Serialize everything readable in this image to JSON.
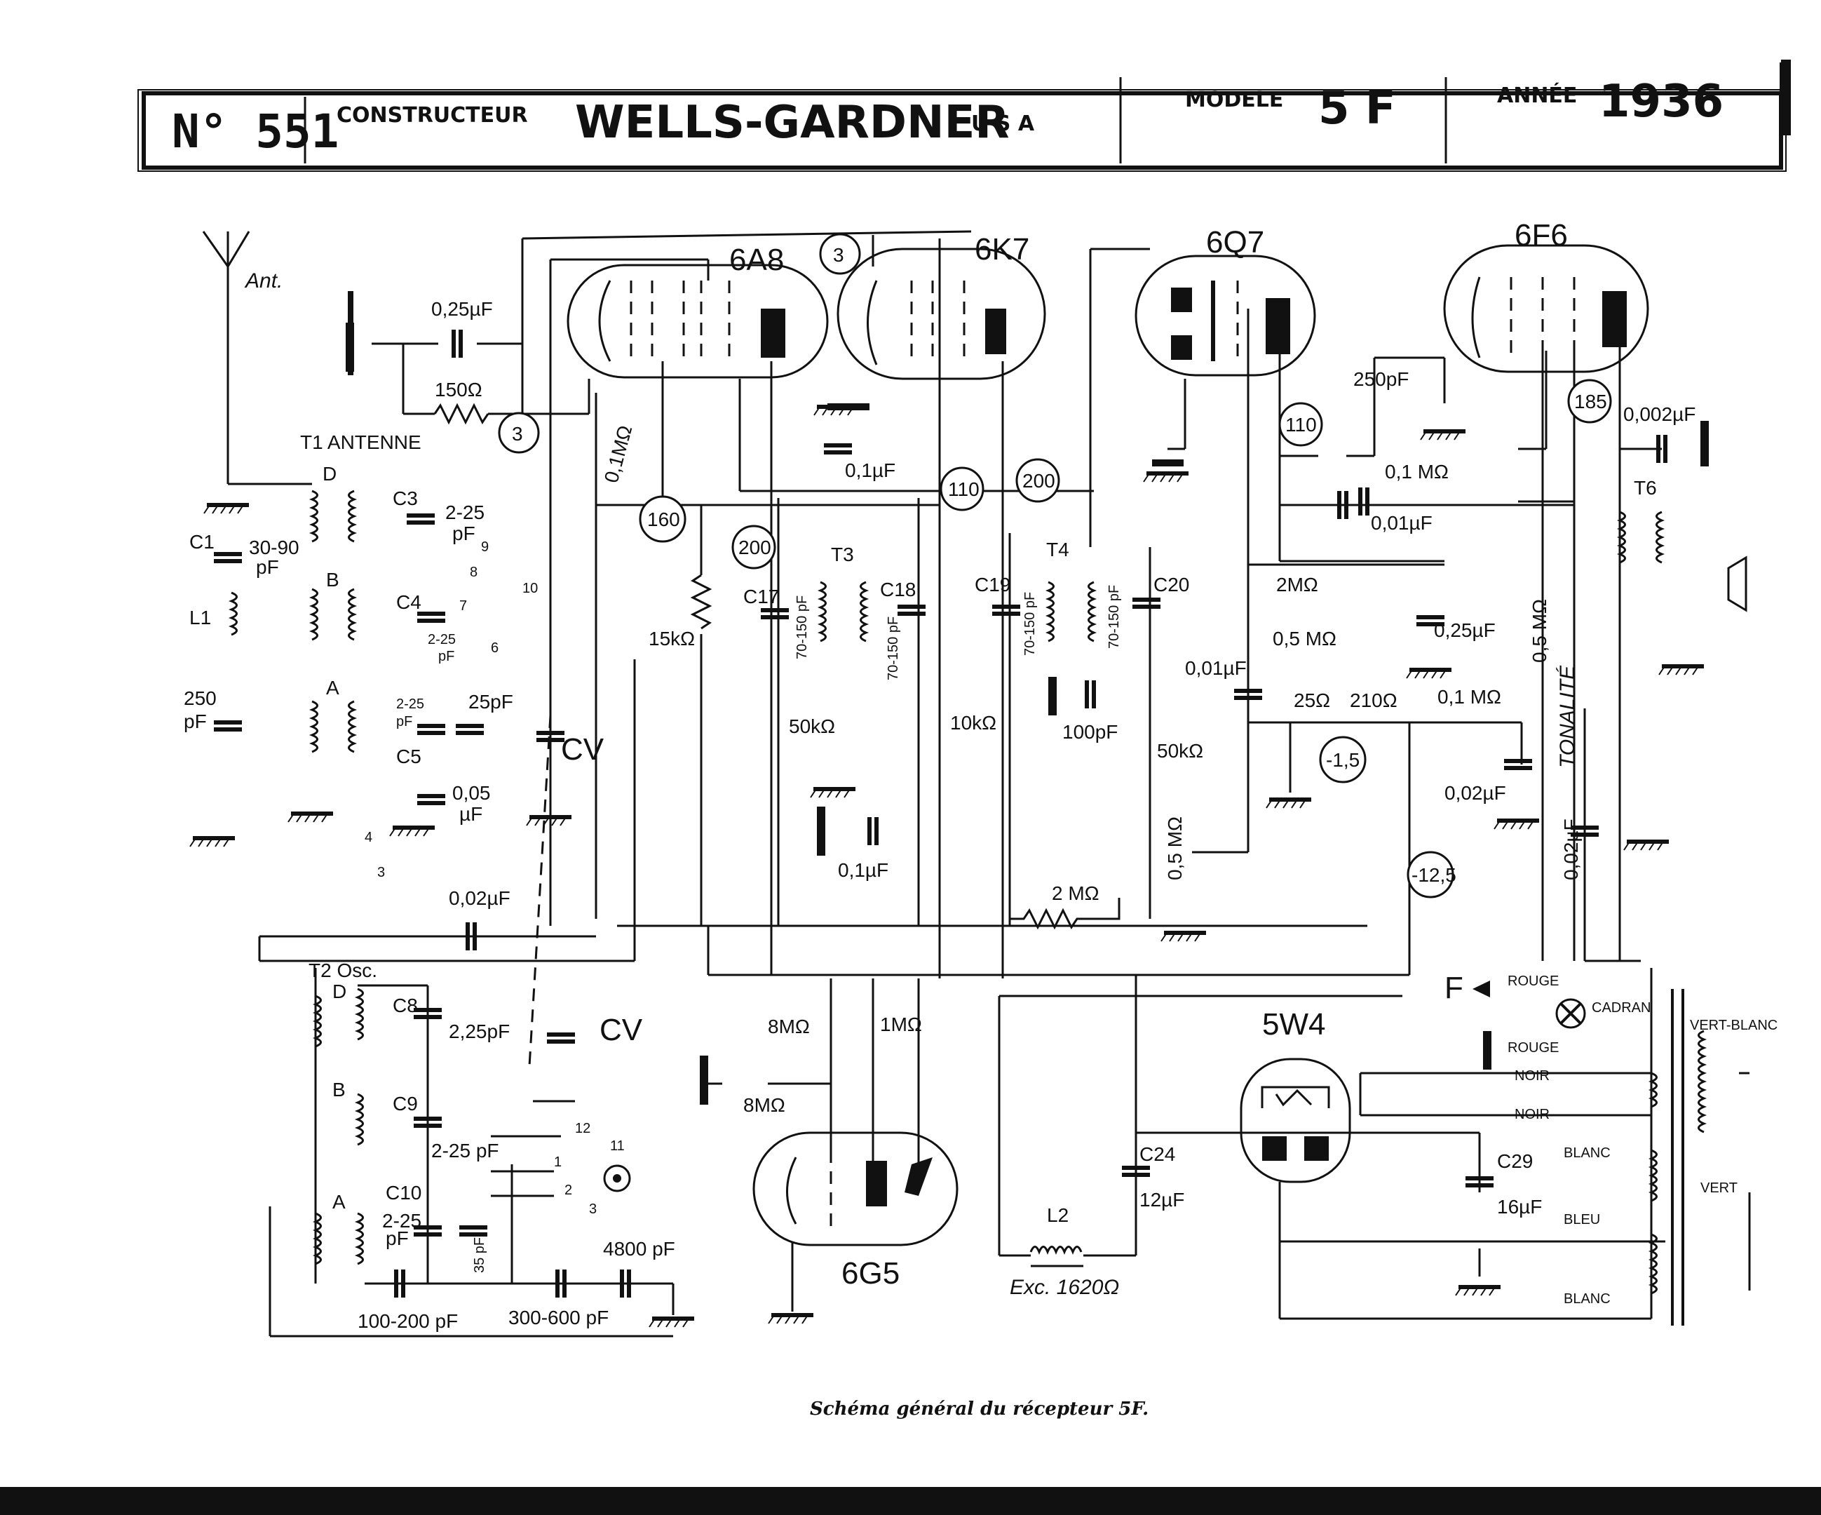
{
  "header": {
    "number": "N° 551",
    "constructeur_label": "CONSTRUCTEUR",
    "constructeur": "WELLS-GARDNER",
    "country": "U S A",
    "modele_label": "MODELE",
    "modele": "5 F",
    "annee_label": "ANNÉE",
    "annee": "1936"
  },
  "tubes": {
    "t6a8": "6A8",
    "t6k7": "6K7",
    "t6q7": "6Q7",
    "t6f6": "6F6",
    "t6g5": "6G5",
    "t5w4": "5W4"
  },
  "labels": {
    "antenna": "Ant.",
    "t1": "T1 ANTENNE",
    "t2": "T2 Osc.",
    "t3": "T3",
    "t4": "T4",
    "t6": "T6",
    "c1": "C1",
    "c3": "C3",
    "c4": "C4",
    "c5": "C5",
    "c8": "C8",
    "c9": "C9",
    "c10": "C10",
    "c17": "C17",
    "c18": "C18",
    "c19": "C19",
    "c20": "C20",
    "c24": "C24",
    "c29": "C29",
    "l1": "L1",
    "l2": "L2",
    "cv1": "CV",
    "cv2": "CV",
    "tonalite": "TONALITÉ",
    "cadran": "CADRAN",
    "f": "F",
    "exc": "Exc. 1620Ω",
    "pt_d1": "D",
    "pt_b1": "B",
    "pt_a1": "A",
    "pt_d2": "D",
    "pt_b2": "B",
    "pt_a2": "A",
    "sw1": "1",
    "sw2": "2",
    "sw3": "3",
    "sw3b": "3",
    "sw4": "4",
    "sw6": "6",
    "sw7": "7",
    "sw8": "8",
    "sw9": "9",
    "sw10": "10",
    "sw11": "11",
    "sw12": "12"
  },
  "values": {
    "c_025_top": "0,25µF",
    "r_150": "150Ω",
    "r_01m_6a8": "0,1MΩ",
    "c_30_90": "30-90",
    "c_30_90_pf": "pF",
    "c_2_25_a": "2-25",
    "c_2_25_a_pf": "pF",
    "c_2_25_b": "2-25",
    "c_2_25_b_pf": "pF",
    "c_2_25_c": "2-25",
    "c_2_25_c_pf": "pF",
    "c_25pf": "25pF",
    "c_250_ant": "250",
    "c_250_ant_pf": "pF",
    "c_005": "0,05",
    "c_005_uf": "µF",
    "r_15k": "15kΩ",
    "c_01_6k7": "0,1µF",
    "c_70_150_a": "70-150 pF",
    "c_70_150_b": "70-150 pF",
    "c_70_150_c": "70-150 pF",
    "c_70_150_d": "70-150 pF",
    "r_50k_a": "50kΩ",
    "r_10k": "10kΩ",
    "c_01_b": "0,1µF",
    "c_100pf": "100pF",
    "r_50k_b": "50kΩ",
    "r_05m_vol": "0,5 MΩ",
    "r_2m_a": "2 MΩ",
    "r_2m_b": "2MΩ",
    "c_001_coupl": "0,01µF",
    "c_250pf": "250pF",
    "r_01m_6f6": "0,1 MΩ",
    "c_001_b": "0,01µF",
    "c_025_b": "0,25µF",
    "r_05m_b": "0,5 MΩ",
    "r_05m_c": "0,5 MΩ",
    "r_25": "25Ω",
    "r_210": "210Ω",
    "r_01m_c": "0,1 MΩ",
    "c_002_b": "0,02µF",
    "c_0002": "0,002µF",
    "c_002_ton": "0,02µF",
    "c_002_osc": "0,02µF",
    "c_225_c8": "2,25pF",
    "c_2_25_c9": "2-25 pF",
    "c_2_25_c10": "2-25",
    "c_2_25_c10_pf": "pF",
    "c_35pf": "35 pF",
    "c_100_200": "100-200 pF",
    "c_300_600": "300-600 pF",
    "c_4800": "4800 pF",
    "r_8m_a": "8MΩ",
    "r_8m_b": "8MΩ",
    "r_1m": "1MΩ",
    "c_12uf": "12µF",
    "c_16uf": "16µF"
  },
  "voltages": {
    "v3a": "3",
    "v3b": "3",
    "v160": "160",
    "v200a": "200",
    "v110a": "110",
    "v200b": "200",
    "v110b": "110",
    "v185": "185",
    "vm15": "-1,5",
    "vm125": "-12,5"
  },
  "wire_colors": {
    "rouge1": "ROUGE",
    "rouge2": "ROUGE",
    "noir1": "NOIR",
    "noir2": "NOIR",
    "blanc1": "BLANC",
    "bleu": "BLEU",
    "blanc2": "BLANC",
    "vert_blanc": "VERT-BLANC",
    "vert": "VERT"
  },
  "caption": "Schéma général du récepteur 5F."
}
